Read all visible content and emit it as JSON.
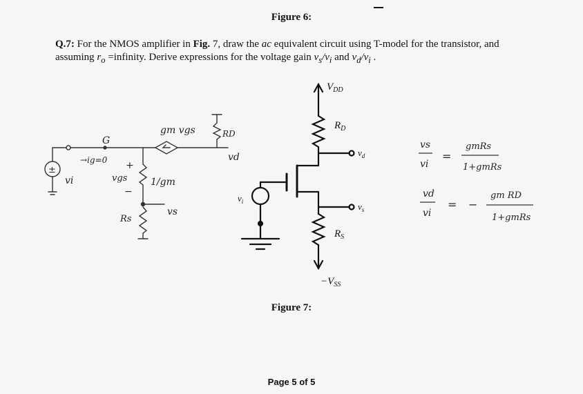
{
  "figure6_caption": "Figure 6:",
  "question": {
    "number": "Q.7:",
    "text_1": "For the NMOS amplifier in ",
    "fig_ref": "Fig.",
    "text_2": " 7, draw the ",
    "ac": "ac",
    "text_3": " equivalent circuit using T-model for the transistor, and assuming ",
    "ro": "r",
    "ro_sub": "o",
    "text_4": " =infinity. Derive expressions for the voltage gain ",
    "gain1": "v",
    "gain1_sub": "s",
    "gain1_den": "/v",
    "gain1_den_sub": "i",
    "text_5": " and ",
    "gain2": "v",
    "gain2_sub": "d",
    "gain2_den": "/v",
    "gain2_den_sub": "i",
    "text_6": " ."
  },
  "circuit_labels": {
    "vdd": "V",
    "vdd_sub": "DD",
    "rd": "R",
    "rd_sub": "D",
    "vd": "v",
    "vd_sub": "d",
    "vs": "v",
    "vs_sub": "s",
    "rs": "R",
    "rs_sub": "S",
    "vss": "−V",
    "vss_sub": "SS",
    "vi": "v",
    "vi_sub": "i"
  },
  "handwritten": {
    "gm_vgs": "gm vgs",
    "g_node": "G",
    "ig_zero": "→ig=0",
    "vgs_plus": "+",
    "vgs": "vgs",
    "vgs_minus": "−",
    "one_over_gm": "1/gm",
    "vs_node": "vs",
    "rs": "Rs",
    "rd": "RD",
    "vd_node": "vd",
    "vi": "vi",
    "source_sign": "±",
    "eq1_lhs_num": "vs",
    "eq1_lhs_den": "vi",
    "eq1_eq": "=",
    "eq1_num": "gmRs",
    "eq1_den": "1+gmRs",
    "eq2_lhs_num": "vd",
    "eq2_lhs_den": "vi",
    "eq2_eq": "=",
    "eq2_neg": "−",
    "eq2_num": "gm RD",
    "eq2_den": "1+gmRs"
  },
  "figure7_caption": "Figure 7:",
  "footer": "Page 5 of 5"
}
